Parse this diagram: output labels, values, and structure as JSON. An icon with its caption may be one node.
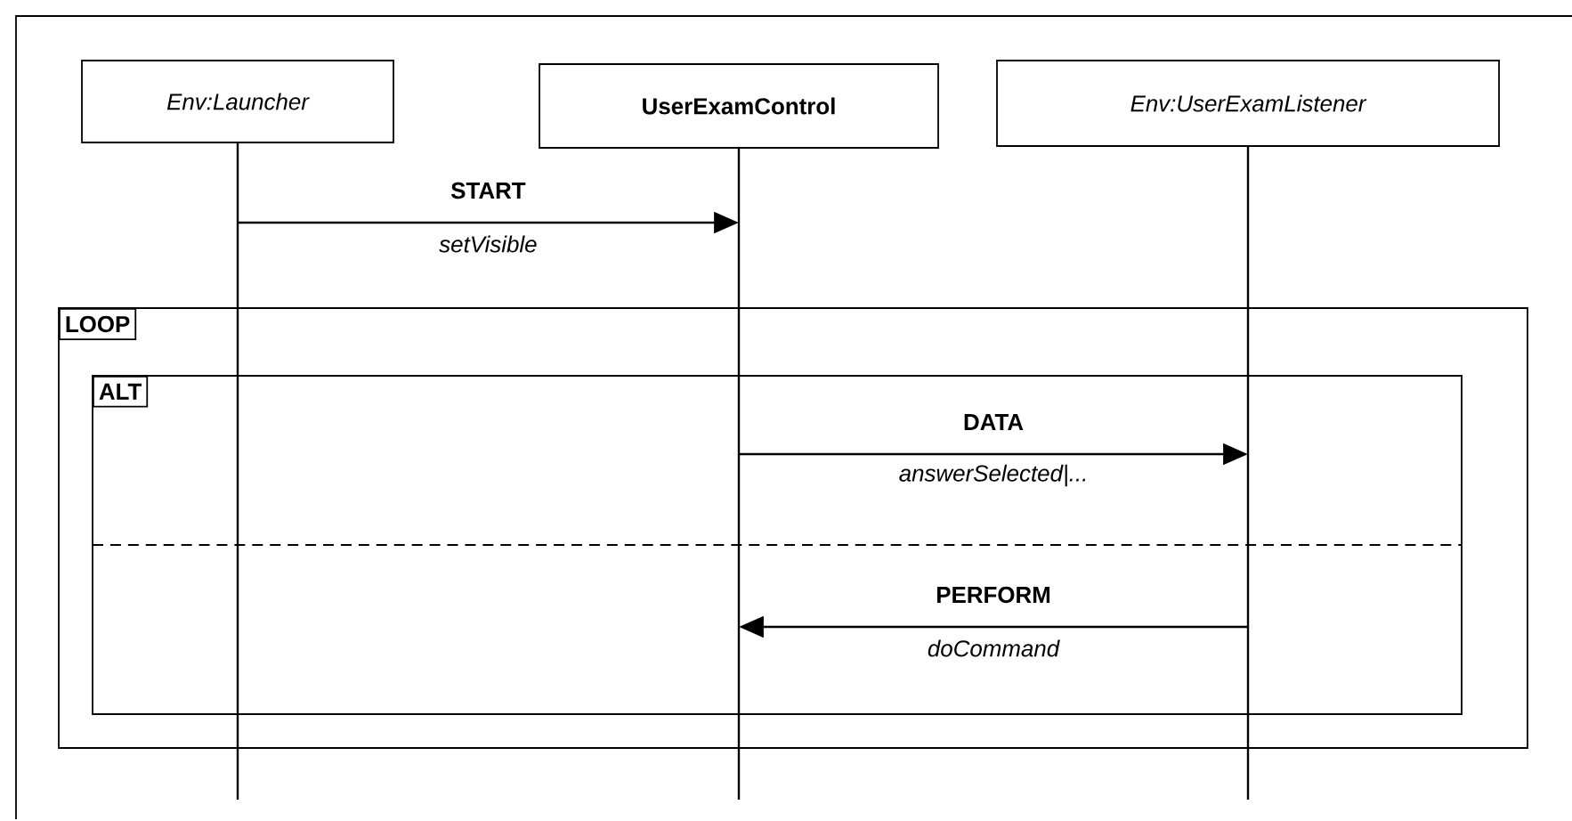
{
  "diagram": {
    "nodes": [
      {
        "text": [
          "Env:Launcher"
        ]
      },
      {
        "text": [
          "UserExamControl"
        ]
      },
      {
        "text": [
          "Env:UserExamListener"
        ]
      }
    ],
    "edges": [
      {
        "from": 0,
        "to": 1,
        "arrow": "to",
        "label": "START"
      },
      {
        "from": 1,
        "to": 2,
        "arrow": "to",
        "label": "DATA"
      },
      {
        "from": 2,
        "to": 1,
        "arrow": "to",
        "label": "PERFORM"
      }
    ],
    "labels": [
      "setVisible",
      "LOOP",
      "ALT",
      "answerSelected|...",
      "doCommand"
    ]
  }
}
